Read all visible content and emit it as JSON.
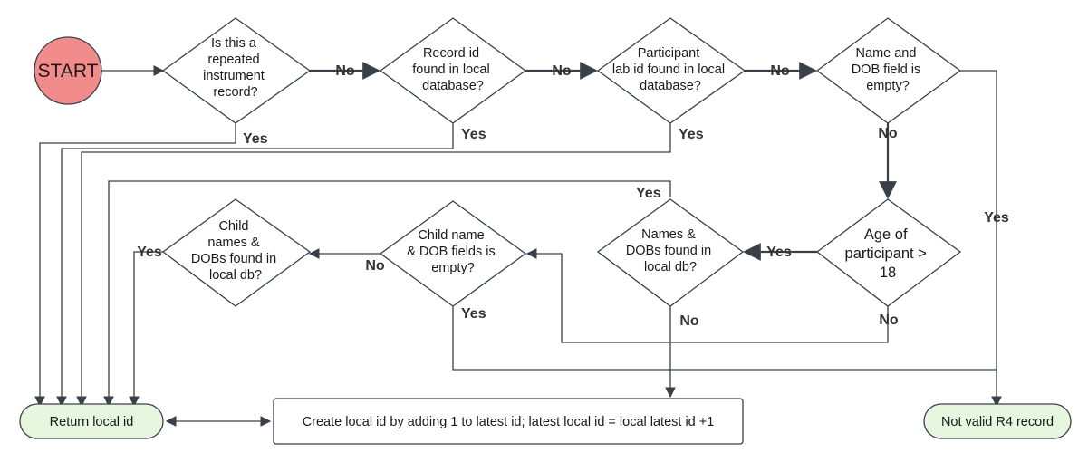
{
  "colors": {
    "start_fill": "#f28b8b",
    "terminal_fill": "#e6f6df",
    "line": "#3a4048"
  },
  "nodes": {
    "start": "START",
    "d1": [
      "Is this a",
      "repeated",
      "instrument",
      "record?"
    ],
    "d2": [
      "Record id",
      "found in local",
      "database?"
    ],
    "d3": [
      "Participant",
      "lab id found in local",
      "database?"
    ],
    "d4": [
      "Name and",
      "DOB field is",
      "empty?"
    ],
    "d5": [
      "Age of",
      "participant >",
      "18"
    ],
    "d6": [
      "Names &",
      "DOBs found in",
      "local db?"
    ],
    "d7": [
      "Child name",
      "& DOB fields is",
      "empty?"
    ],
    "d8": [
      "Child",
      "names &",
      "DOBs found in",
      "local db?"
    ],
    "return_local_id": "Return local id",
    "create_local_id": "Create local id by adding 1 to latest id; latest local id = local latest id +1",
    "not_valid": "Not valid R4 record"
  },
  "edge_labels": {
    "d1_no": "No",
    "d2_no": "No",
    "d3_no": "No",
    "d1_yes": "Yes",
    "d2_yes": "Yes",
    "d3_yes": "Yes",
    "d4_no": "No",
    "d4_yes": "Yes",
    "d6_yes": "Yes",
    "d5_yes": "Yes",
    "d5_no": "No",
    "d6_no": "No",
    "d7_no": "No",
    "d7_yes": "Yes",
    "d8_yes": "Yes"
  }
}
